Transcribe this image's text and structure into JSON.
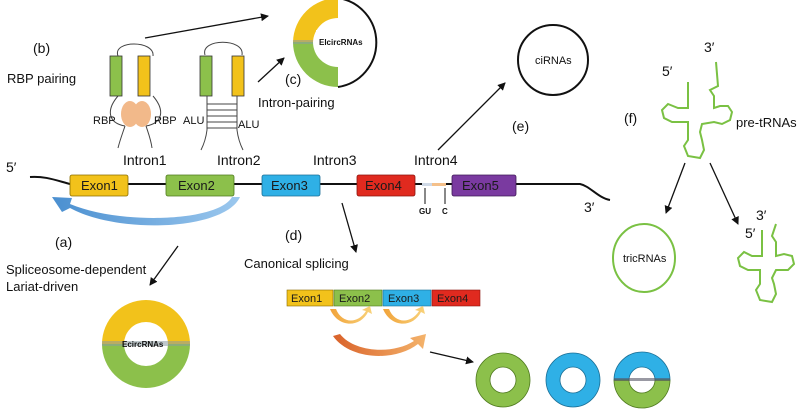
{
  "panels": {
    "a": "(a)",
    "b": "(b)",
    "c": "(c)",
    "d": "(d)",
    "e": "(e)",
    "f": "(f)"
  },
  "labels": {
    "rbp_pairing": "RBP pairing",
    "intron_pairing": "Intron-pairing",
    "spliceosome_line1": "Spliceosome-dependent",
    "spliceosome_line2": "Lariat-driven",
    "canonical_splicing": "Canonical splicing",
    "cirnas": "ciRNAs",
    "pre_trnas": "pre-tRNAs",
    "tricrnas": "tricRNAs",
    "elcircrnas": "ElcircRNAs",
    "ecircrnas": "EcircRNAs",
    "rbp": "RBP",
    "alu": "ALU",
    "gu": "GU",
    "c": "C",
    "five_prime": "5′",
    "three_prime": "3′"
  },
  "introns": [
    "Intron1",
    "Intron2",
    "Intron3",
    "Intron4"
  ],
  "exons": [
    "Exon1",
    "Exon2",
    "Exon3",
    "Exon4",
    "Exon5"
  ],
  "spliced_exons": [
    "Exon1",
    "Exon2",
    "Exon3",
    "Exon4"
  ],
  "colors": {
    "exon1": "#f2c21b",
    "exon2": "#8cc04b",
    "exon3": "#2fb0e6",
    "exon4": "#e02a1f",
    "exon5": "#7a3aa0",
    "rbp": "#f2b98a",
    "arrow_blue": "#4a8fd0",
    "arrow_orange": "#f0a040",
    "trna_green": "#7ac143"
  }
}
